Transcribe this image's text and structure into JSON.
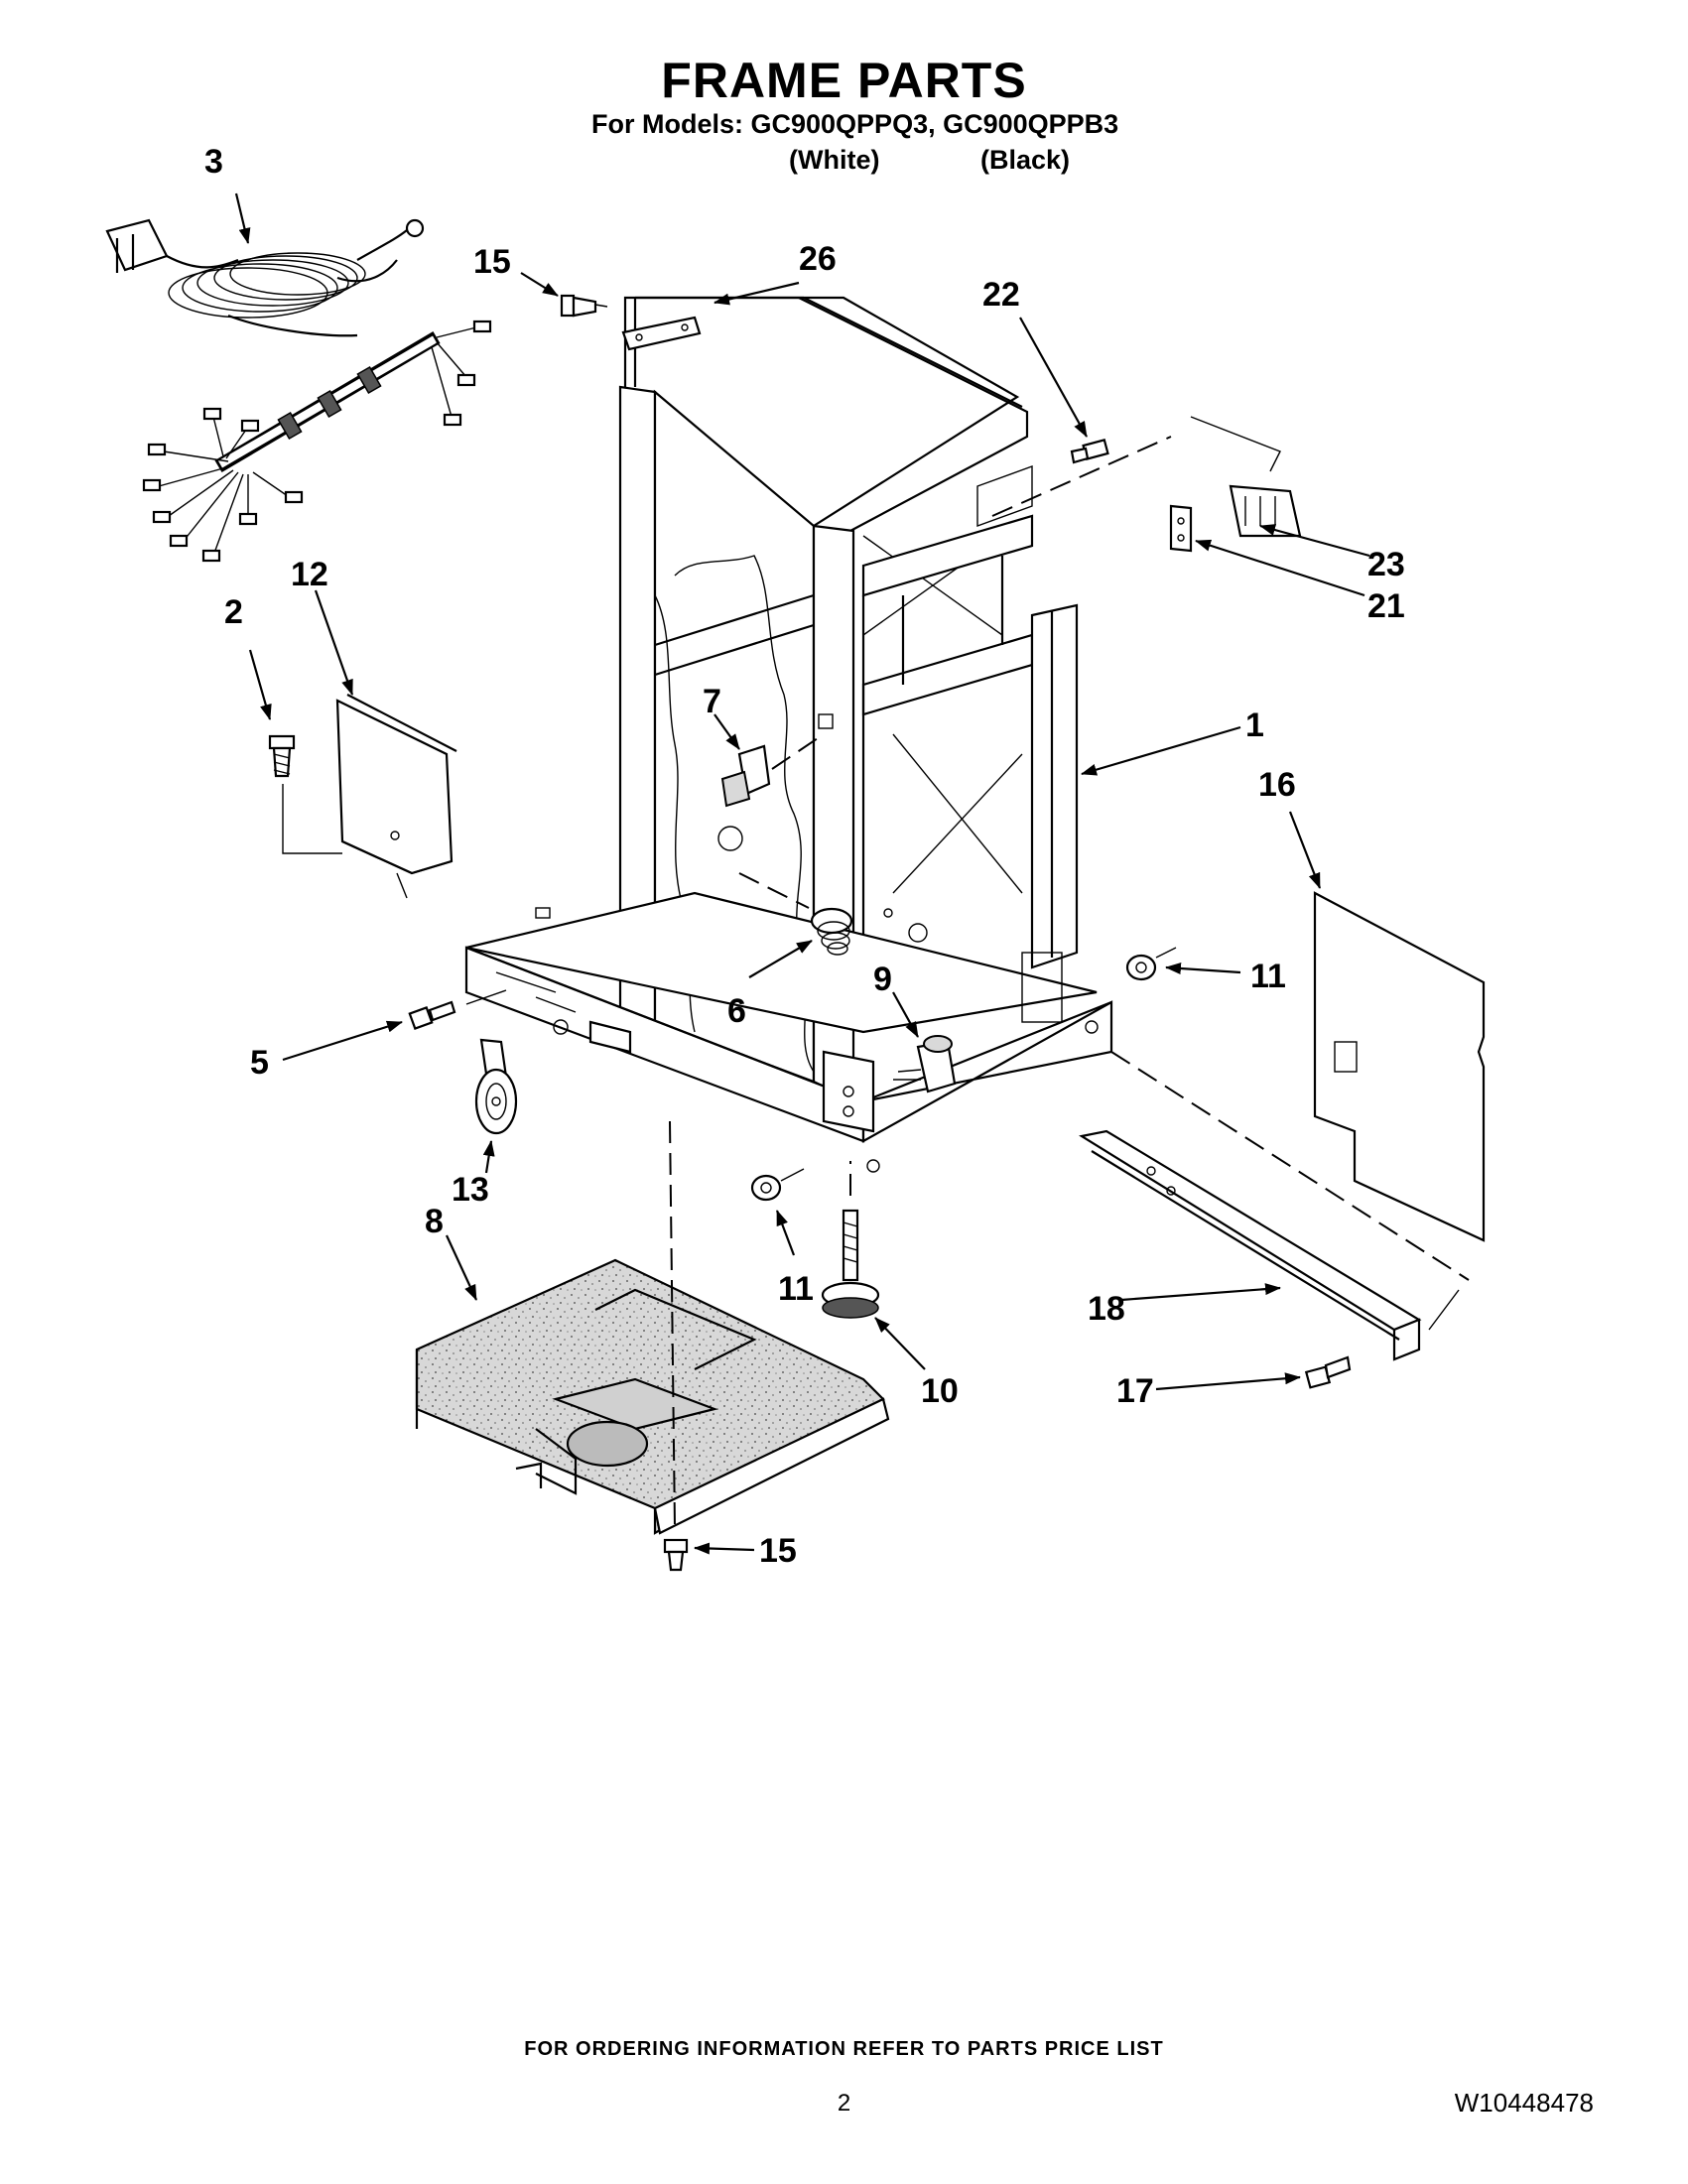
{
  "header": {
    "title": "FRAME PARTS",
    "models_line": "For Models: GC900QPPQ3, GC900QPPB3",
    "variant_white": "(White)",
    "variant_black": "(Black)"
  },
  "callouts": {
    "c1": "1",
    "c2": "2",
    "c3": "3",
    "c5": "5",
    "c6": "6",
    "c7": "7",
    "c8": "8",
    "c9": "9",
    "c10": "10",
    "c11a": "11",
    "c11b": "11",
    "c12": "12",
    "c13": "13",
    "c15a": "15",
    "c15b": "15",
    "c16": "16",
    "c17": "17",
    "c18": "18",
    "c21": "21",
    "c22": "22",
    "c23": "23",
    "c26": "26"
  },
  "footer": {
    "note": "FOR ORDERING INFORMATION REFER TO PARTS PRICE LIST",
    "page_number": "2",
    "doc_number": "W10448478"
  }
}
